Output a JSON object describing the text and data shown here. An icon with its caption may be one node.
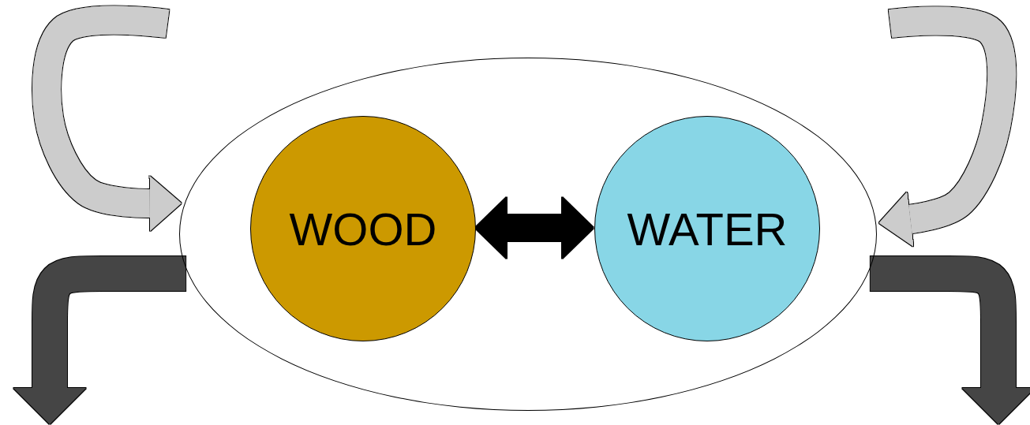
{
  "diagram": {
    "nodes": [
      {
        "text": [],
        "shape": "ellipse"
      },
      {
        "text": [
          "WOOD"
        ],
        "in": 0
      },
      {
        "text": [
          "WATER"
        ],
        "in": 0
      }
    ],
    "edges": [
      {
        "from": 1,
        "to": 2,
        "arrow": "both",
        "color": "#000000"
      },
      {
        "from": null,
        "to": 0,
        "arrow": "to",
        "color": "#cccccc"
      },
      {
        "from": null,
        "to": 0,
        "arrow": "to",
        "color": "#cccccc"
      },
      {
        "from": 0,
        "to": null,
        "arrow": "to",
        "color": "#444444"
      },
      {
        "from": 0,
        "to": null,
        "arrow": "to",
        "color": "#444444"
      }
    ]
  }
}
